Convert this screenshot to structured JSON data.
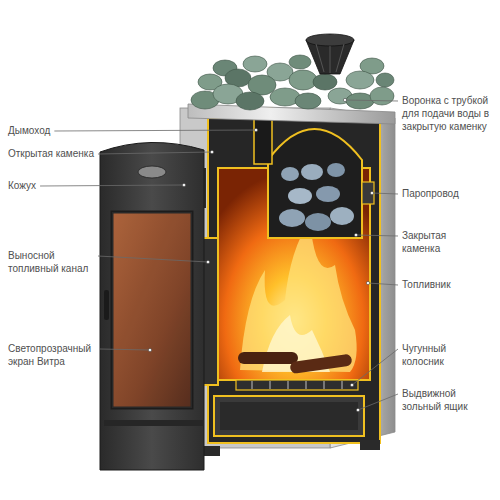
{
  "diagram": {
    "labels": [
      "Дымоход",
      "Открытая каменка",
      "Кожух",
      "Выносной топливный канал",
      "Светопрозрачный экран Витра",
      "Воронка с трубкой для подачи воды в закрытую каменку",
      "Паропровод",
      "Закрытая каменка",
      "Топливник",
      "Чугунный колосник",
      "Выдвижной зольный ящик"
    ]
  }
}
